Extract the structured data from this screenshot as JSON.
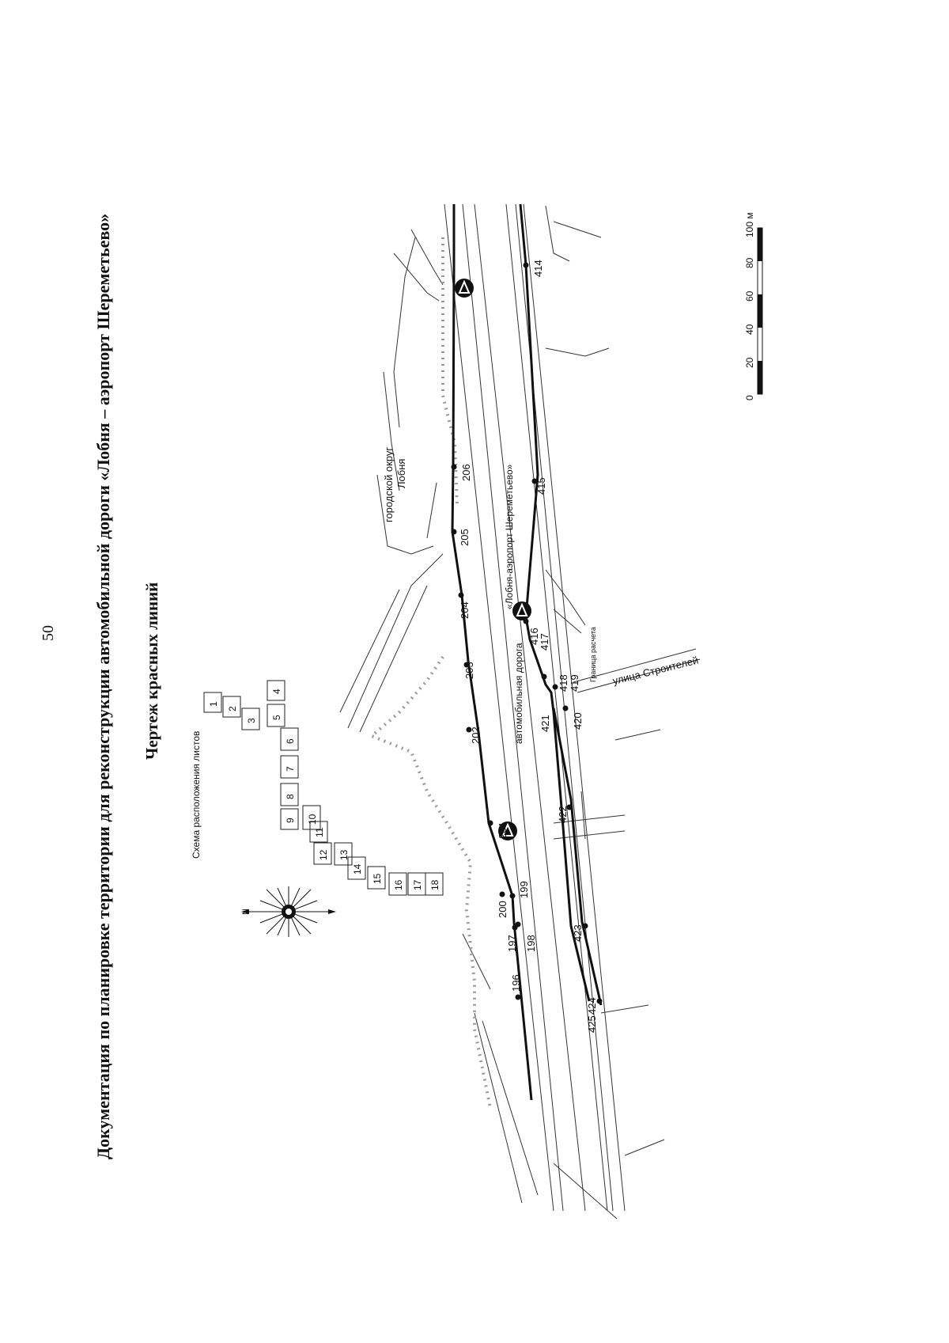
{
  "page": {
    "number": "50",
    "title": "Документация по планировке территории для реконструкции автомобильной дороги «Лобня – аэропорт Шереметьево»",
    "subtitle": "Чертеж красных линий"
  },
  "sheet_scheme": {
    "title": "Схема расположения листов",
    "sheets": [
      "1",
      "2",
      "3",
      "4",
      "5",
      "6",
      "7",
      "8",
      "9",
      "10",
      "11",
      "12",
      "13",
      "14",
      "15",
      "16",
      "17",
      "18"
    ]
  },
  "compass": {
    "north_label": "N"
  },
  "map_labels": {
    "district": "городской округ",
    "district_name": "Лобня",
    "road_line1": "автомобильная дорога",
    "road_line2": "«Лобня-аэропорт Шереметьево»",
    "street": "улица Строителей",
    "calc_boundary": "Граница расчета"
  },
  "point_labels": {
    "p196": "196",
    "p197": "197",
    "p198": "198",
    "p199": "199",
    "p200": "200",
    "p201": "201",
    "p202": "202",
    "p203": "203",
    "p204": "204",
    "p205": "205",
    "p206": "206",
    "p414": "414",
    "p415": "415",
    "p416": "416",
    "p417": "417",
    "p418": "418",
    "p419": "419",
    "p420": "420",
    "p421": "421",
    "p422": "422",
    "p423": "423",
    "p424": "424",
    "p425": "425"
  },
  "scale_bar": {
    "labels": [
      "0",
      "20",
      "40",
      "60",
      "80",
      "100 м"
    ]
  },
  "colors": {
    "ink": "#111111",
    "grey": "#9a9a9a"
  }
}
